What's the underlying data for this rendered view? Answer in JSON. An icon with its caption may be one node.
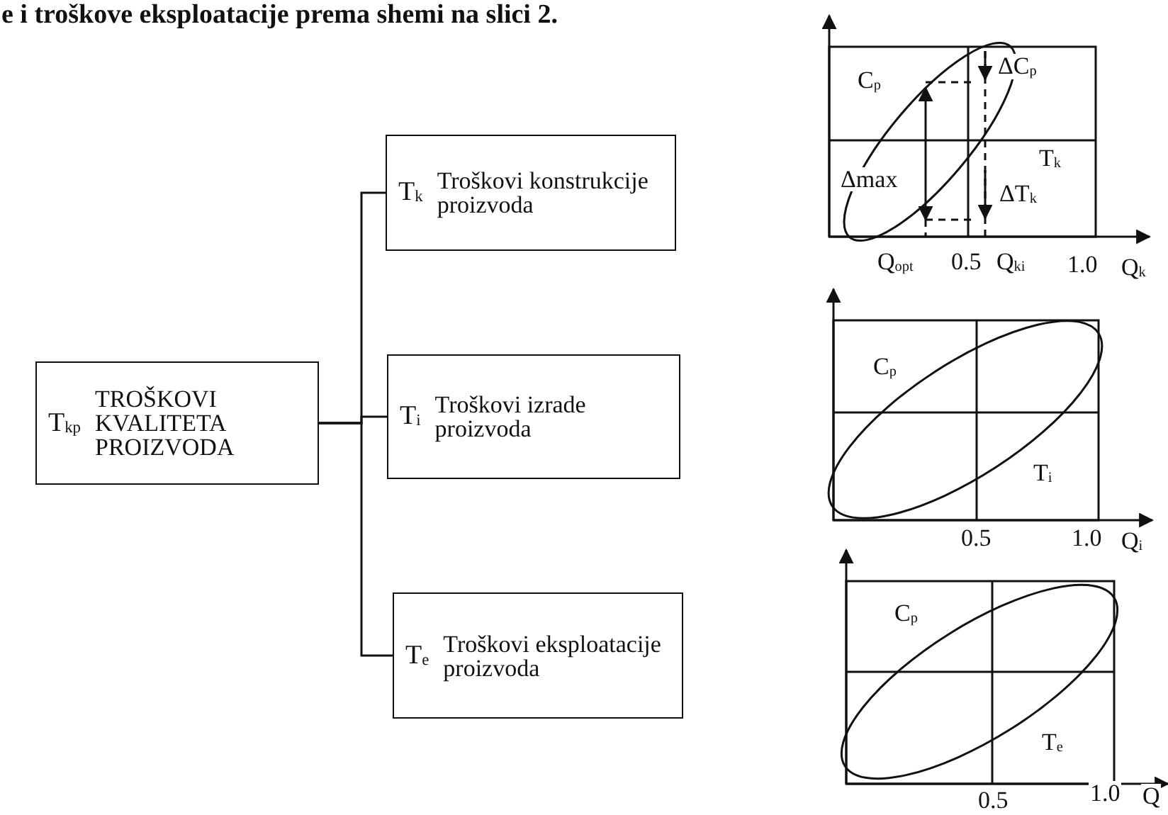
{
  "diagram": {
    "nodes": [
      {
        "text": [
          "T$_{kp}$",
          "TROŠKOVI KVALITETA PROIZVODA"
        ]
      },
      {
        "text": [
          "T$_{k}$",
          "Troškovi konstrukcije proizvoda"
        ]
      },
      {
        "text": [
          "T$_{i}$",
          "Troškovi izrade proizvoda"
        ]
      },
      {
        "text": [
          "T$_{e}$",
          "Troškovi eksploatacije proizvoda"
        ]
      }
    ],
    "edges": [
      {
        "from": 0,
        "to": 1,
        "arrow": "none"
      },
      {
        "from": 0,
        "to": 2,
        "arrow": "none"
      },
      {
        "from": 0,
        "to": 3,
        "arrow": "none"
      }
    ],
    "labels": [
      "e i troškove eksploatacije prema shemi na slici 2.",
      "C$_{p}$",
      "ΔC$_{p}$",
      "T$_{k}$",
      "Δmax",
      "ΔT$_{k}$",
      "Q$_{opt}$",
      "0.5",
      "Q$_{ki}$",
      "1.0",
      "Q$_{k}$",
      "C$_{p}$",
      "T$_{i}$",
      "0.5",
      "1.0",
      "Q$_{i}$",
      "C$_{p}$",
      "T$_{e}$",
      "0.5",
      "1.0",
      "Q"
    ]
  }
}
